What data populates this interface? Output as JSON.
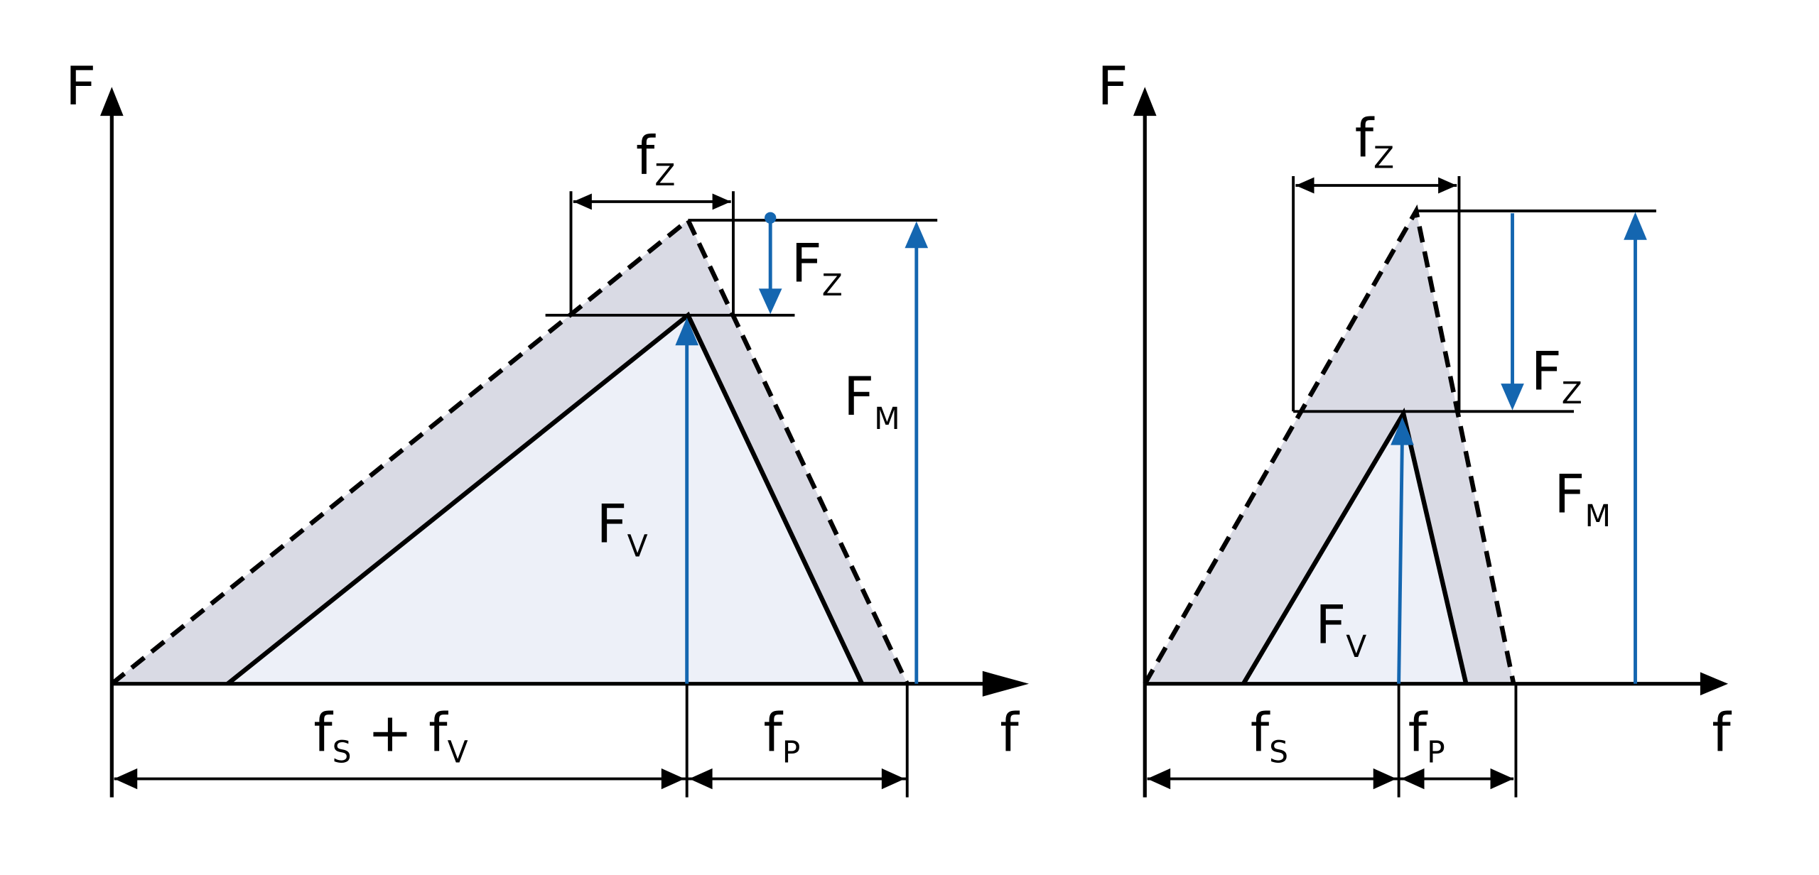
{
  "colors": {
    "blue": "#1466b0",
    "outer_fill": "#d9dae4",
    "inner_fill": "#edf0f8"
  },
  "left": {
    "axis_y": "F",
    "axis_x": "f",
    "fz": {
      "main": "f",
      "sub": "Z"
    },
    "Fz": {
      "main": "F",
      "sub": "Z"
    },
    "Fm": {
      "main": "F",
      "sub": "M"
    },
    "Fv": {
      "main": "F",
      "sub": "V"
    },
    "dim1": {
      "a": "f",
      "a_sub": "S",
      "plus": "+",
      "b": "f",
      "b_sub": "V"
    },
    "dim2": {
      "main": "f",
      "sub": "P"
    }
  },
  "right": {
    "axis_y": "F",
    "axis_x": "f",
    "fz": {
      "main": "f",
      "sub": "Z"
    },
    "Fz": {
      "main": "F",
      "sub": "Z"
    },
    "Fm": {
      "main": "F",
      "sub": "M"
    },
    "Fv": {
      "main": "F",
      "sub": "V"
    },
    "dim1": {
      "main": "f",
      "sub": "S"
    },
    "dim2": {
      "main": "f",
      "sub": "P"
    }
  }
}
